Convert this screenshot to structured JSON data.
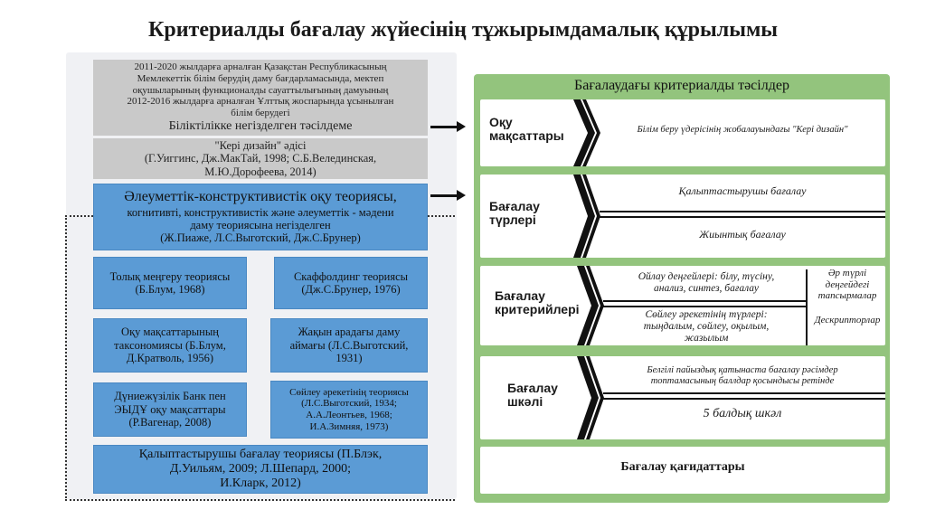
{
  "title": "Критериалды бағалау жүйесінің тұжырымдамалық құрылымы",
  "left": {
    "top_gray": {
      "lines": [
        "2011-2020 жылдарға арналған Қазақстан Республикасының",
        "Мемлекеттік білім берудің даму бағдарламасында, мектеп",
        "оқушыларының функционалды сауаттылығының дамуының",
        "2012-2016 жылдарға арналған Ұлттық жоспарында ұсынылған",
        "білім берудегі"
      ],
      "heading": "Біліктілікке негізделген тәсілдеме"
    },
    "second_gray": {
      "lines": [
        "\"Кері дизайн\" әдісі",
        "(Г.Уиггинс, Дж.МакТай, 1998; С.Б.Велединская,",
        "М.Ю.Дорофеева, 2014)"
      ]
    },
    "theory_blue": {
      "heading": "Әлеуметтік-конструктивистік оқу теориясы,",
      "lines": [
        "когнитивті, конструктивистік және әлеуметтік - мәдени",
        "даму теориясына негізделген",
        "(Ж.Пиаже, Л.С.Выготский, Дж.С.Брунер)"
      ]
    },
    "boxes": [
      {
        "lines": [
          "Толық меңгеру теориясы",
          "(Б.Блум, 1968)"
        ]
      },
      {
        "lines": [
          "Скаффолдинг теориясы",
          "(Дж.С.Брунер, 1976)"
        ]
      },
      {
        "lines": [
          "Оқу мақсаттарының",
          "таксономиясы (Б.Блум,",
          "Д.Кратволь, 1956)"
        ]
      },
      {
        "lines": [
          "Жақын арадағы даму",
          "аймағы (Л.С.Выготский,",
          "1931)"
        ]
      },
      {
        "lines": [
          "Дүниежүзілік Банк пен",
          "ЭЫДҰ оқу мақсаттары",
          "(Р.Вагенар, 2008)"
        ]
      },
      {
        "lines": [
          "Сөйлеу әрекетінің теориясы",
          "(Л.С.Выготский, 1934;",
          "А.А.Леонтьев, 1968;",
          "И.А.Зимняя, 1973)"
        ]
      }
    ],
    "bottom_blue": {
      "lines": [
        "Қалыптастырушы бағалау теориясы (П.Блэк,",
        "Д.Уильям, 2009; Л.Шепард, 2000;",
        "И.Кларк, 2012)"
      ]
    }
  },
  "right": {
    "header": "Бағалаудағы критериалды тәсілдер",
    "rows": [
      {
        "label": [
          "Оқу",
          "мақсаттары"
        ],
        "text": "Білім беру үдерісінің жобалауындағы \"Кері дизайн\""
      },
      {
        "label": [
          "Бағалау",
          "түрлері"
        ],
        "top": "Қалыптастырушы бағалау",
        "bottom": "Жиынтық бағалау"
      },
      {
        "label": [
          "Бағалау",
          "критерийлері"
        ],
        "top": [
          "Ойлау деңгейлері: білу, түсіну,",
          "анализ, синтез, бағалау"
        ],
        "bottom": [
          "Сөйлеу әрекетінің түрлері:",
          "тыңдалым, сөйлеу, оқылым,",
          "жазылым"
        ],
        "side_top": [
          "Әр түрлі",
          "деңгейдегі",
          "тапсырмалар"
        ],
        "side_bottom": "Дескрипторлар"
      },
      {
        "label": [
          "Бағалау",
          "шкәлі"
        ],
        "top": [
          "Белгілі пайыздық қатынаста бағалау рәсімдер",
          "топтамасының баллдар қосындысы ретінде"
        ],
        "bottom": "5 балдық шкәл"
      },
      {
        "label": [
          "Бағалау қағидаттары"
        ]
      }
    ]
  }
}
